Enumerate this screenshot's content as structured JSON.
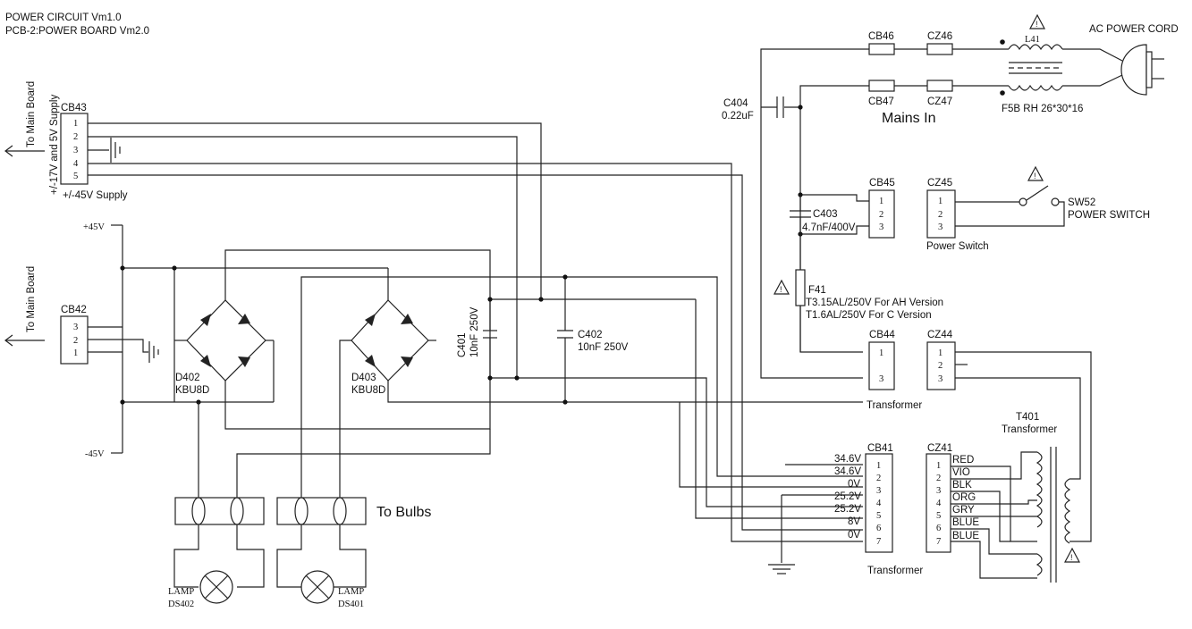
{
  "header": {
    "line1": "POWER CIRCUIT Vm1.0",
    "line2": "PCB-2:POWER BOARD Vm2.0"
  },
  "labels": {
    "to_main_board": "To Main Board",
    "supply_17_5": "+/-17V and 5V Supply",
    "supply_45": "+/-45V Supply",
    "plus45": "+45V",
    "minus45": "-45V",
    "to_bulbs": "To Bulbs",
    "mains_in": "Mains In",
    "ac_power_cord": "AC POWER CORD",
    "l41": "L41",
    "f5b": "F5B RH 26*30*16",
    "c404": "C404",
    "c404_val": "0.22uF",
    "c403": "C403",
    "c403_val": "4.7nF/400V",
    "f41": "F41",
    "f41_ah": "T3.15AL/250V For AH Version",
    "f41_c": "T1.6AL/250V For C Version",
    "sw52": "SW52",
    "power_switch_upper": "POWER SWITCH",
    "power_switch": "Power Switch",
    "transformer": "Transformer",
    "t401": "T401",
    "c401": "C401",
    "c401_val": "10nF 250V",
    "c402": "C402",
    "c402_val": "10nF 250V",
    "d402": "D402",
    "d403": "D403",
    "kbu8d": "KBU8D",
    "lamp": "LAMP",
    "ds402": "DS402",
    "ds401": "DS401"
  },
  "connectors": {
    "cb43": {
      "name": "CB43",
      "pins": [
        "1",
        "2",
        "3",
        "4",
        "5"
      ]
    },
    "cb42": {
      "name": "CB42",
      "pins": [
        "3",
        "2",
        "1"
      ]
    },
    "cb46": {
      "name": "CB46"
    },
    "cb47": {
      "name": "CB47"
    },
    "cz46": {
      "name": "CZ46"
    },
    "cz47": {
      "name": "CZ47"
    },
    "cb45": {
      "name": "CB45",
      "pins": [
        "1",
        "2",
        "3"
      ]
    },
    "cz45": {
      "name": "CZ45",
      "pins": [
        "1",
        "2",
        "3"
      ]
    },
    "cb44": {
      "name": "CB44",
      "pins": [
        "1",
        "3"
      ]
    },
    "cz44": {
      "name": "CZ44",
      "pins": [
        "1",
        "2",
        "3"
      ]
    },
    "cb41": {
      "name": "CB41",
      "pins": [
        "1",
        "2",
        "3",
        "4",
        "5",
        "6",
        "7"
      ],
      "voltages": [
        "34.6V",
        "34.6V",
        "0V",
        "25.2V",
        "25.2V",
        "8V",
        "0V"
      ]
    },
    "cz41": {
      "name": "CZ41",
      "pins": [
        "1",
        "2",
        "3",
        "4",
        "5",
        "6",
        "7"
      ],
      "wires": [
        "RED",
        "VIO",
        "BLK",
        "ORG",
        "GRY",
        "BLUE",
        "BLUE"
      ]
    }
  },
  "warning_icon": "warning-triangle-icon"
}
